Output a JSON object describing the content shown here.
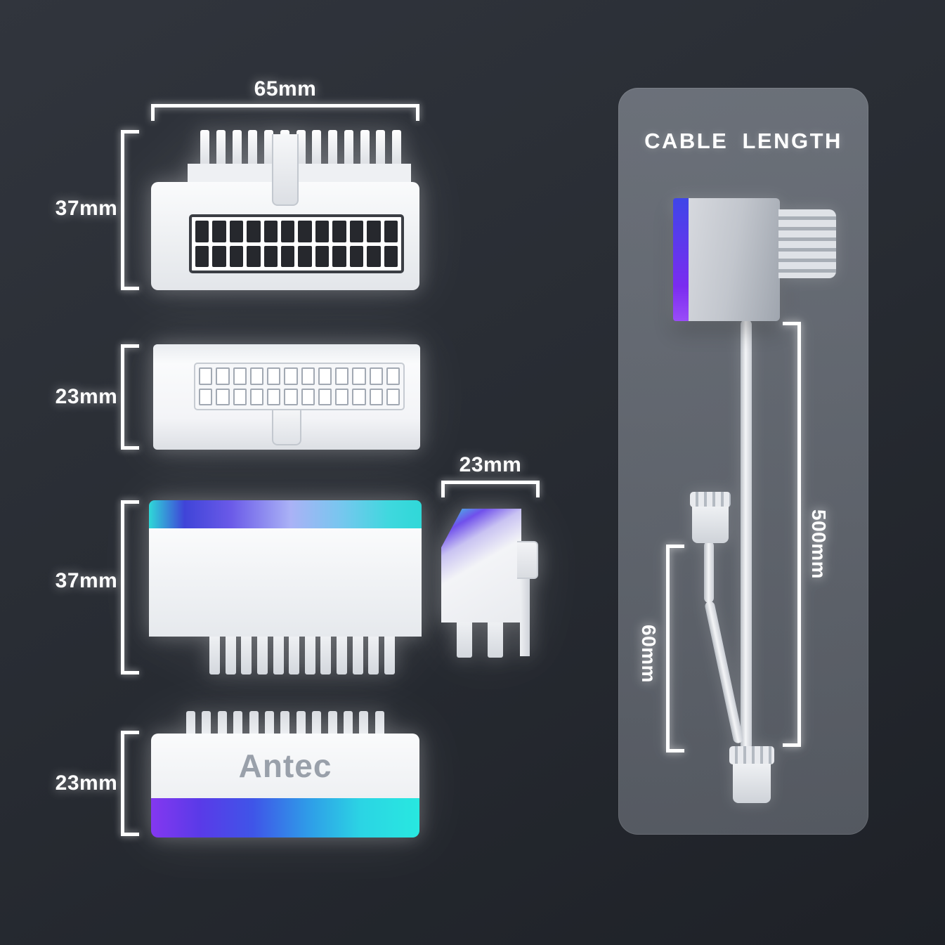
{
  "labels": {
    "width_top": "65mm",
    "view1_height": "37mm",
    "view2_height": "23mm",
    "view3_height": "37mm",
    "view4_height": "23mm",
    "side_width": "23mm"
  },
  "logo": "Antec",
  "cable_panel": {
    "title": "CABLE LENGTH",
    "main_length": "500mm",
    "branch_length": "60mm"
  },
  "colors": {
    "background_dark": "#24272e",
    "body_white": "#f4f5f7",
    "accent_cyan": "#2fd8d8",
    "accent_blue": "#3f44d8",
    "accent_purple": "#7a2cf0",
    "panel_gray": "rgba(190,197,208,0.38)"
  },
  "figures": {
    "v1_teeth": 13,
    "pins_total": 24,
    "holes_total": 24,
    "v3_teeth": 12,
    "v4_teeth": 13,
    "side_teeth": 2
  }
}
